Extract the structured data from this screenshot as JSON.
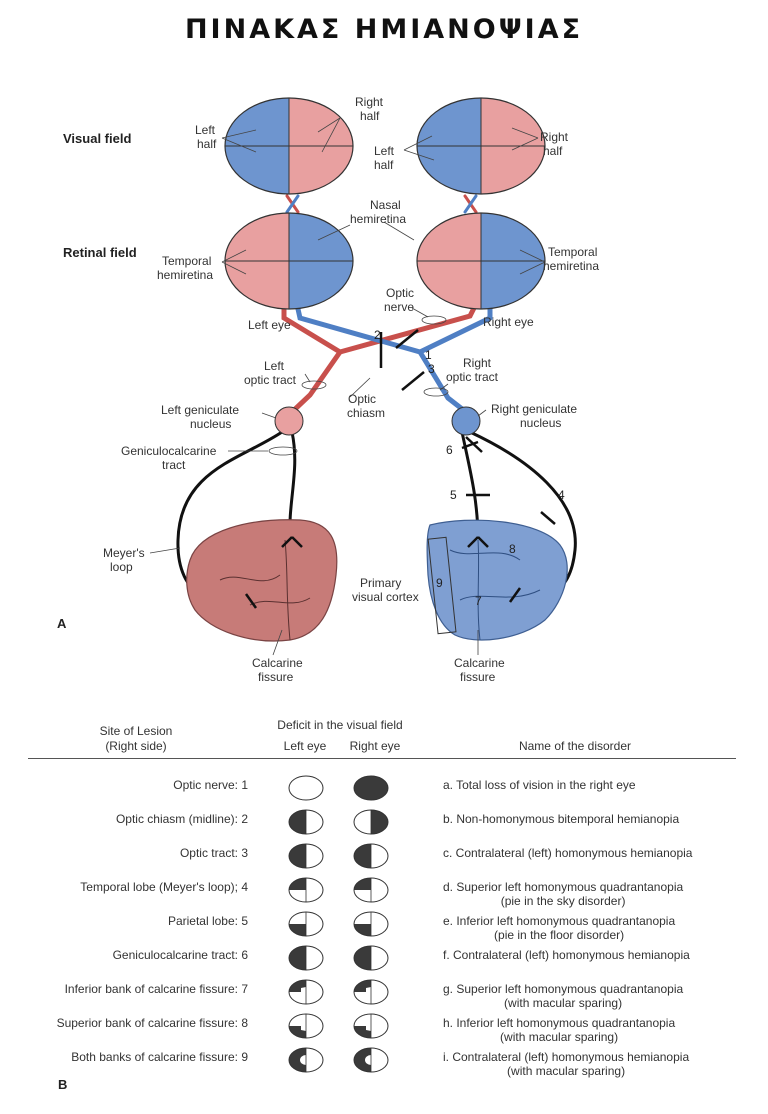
{
  "title": "ΠΙΝΑΚΑΣ ΗΜΙΑΝΟΨΙΑΣ",
  "diagram": {
    "row_labels": {
      "visual_field": "Visual field",
      "retinal_field": "Retinal field"
    },
    "labels": {
      "left_half": [
        "Left",
        "half"
      ],
      "right_half": [
        "Right",
        "half"
      ],
      "nasal_hemiretina": [
        "Nasal",
        "hemiretina"
      ],
      "temporal_left": [
        "Temporal",
        "hemiretina"
      ],
      "temporal_right": [
        "Temporal",
        "hemiretina"
      ],
      "left_eye": "Left eye",
      "right_eye": "Right eye",
      "optic_nerve": [
        "Optic",
        "nerve"
      ],
      "left_optic_tract": [
        "Left",
        "optic tract"
      ],
      "right_optic_tract": [
        "Right",
        "optic tract"
      ],
      "optic_chiasm": [
        "Optic",
        "chiasm"
      ],
      "left_geniculate": [
        "Left geniculate",
        "nucleus"
      ],
      "right_geniculate": [
        "Right geniculate",
        "nucleus"
      ],
      "geniculocalcarine": [
        "Geniculocalcarine",
        "tract"
      ],
      "meyers_loop": [
        "Meyer's",
        "loop"
      ],
      "primary_visual_cortex": [
        "Primary",
        "visual cortex"
      ],
      "calcarine_left": [
        "Calcarine",
        "fissure"
      ],
      "calcarine_right": [
        "Calcarine",
        "fissure"
      ]
    },
    "lesion_numbers": [
      "1",
      "2",
      "3",
      "4",
      "5",
      "6",
      "7",
      "8",
      "9"
    ],
    "panel_label": "A",
    "colors": {
      "red_field": "#e8a0a0",
      "blue_field": "#6e95cf",
      "red_cortex": "#c77b78",
      "blue_cortex": "#7f9fd2",
      "red_tract": "#c8504c",
      "blue_tract": "#4f7fc4"
    }
  },
  "table": {
    "headers": {
      "site": [
        "Site of Lesion",
        "(Right side)"
      ],
      "deficit": "Deficit in the visual field",
      "left_eye": "Left eye",
      "right_eye": "Right eye",
      "disorder": "Name of the disorder"
    },
    "rows": [
      {
        "site": "Optic nerve: 1",
        "disorder": [
          "a.  Total loss of vision in the right eye"
        ],
        "left": "none",
        "right": "full"
      },
      {
        "site": "Optic chiasm (midline): 2",
        "disorder": [
          "b.  Non-homonymous bitemporal hemianopia"
        ],
        "left": "left-half",
        "right": "right-half"
      },
      {
        "site": "Optic tract: 3",
        "disorder": [
          "c.  Contralateral (left) homonymous hemianopia"
        ],
        "left": "left-half",
        "right": "left-half"
      },
      {
        "site": "Temporal lobe (Meyer's loop); 4",
        "disorder": [
          "d.  Superior left homonymous quadrantanopia",
          "(pie in the sky disorder)"
        ],
        "left": "upper-left",
        "right": "upper-left"
      },
      {
        "site": "Parietal lobe: 5",
        "disorder": [
          "e.  Inferior left homonymous quadrantanopia",
          "(pie in the floor disorder)"
        ],
        "left": "lower-left",
        "right": "lower-left"
      },
      {
        "site": "Geniculocalcarine tract: 6",
        "disorder": [
          "f.  Contralateral (left) homonymous hemianopia"
        ],
        "left": "left-half",
        "right": "left-half"
      },
      {
        "site": "Inferior bank of calcarine fissure: 7",
        "disorder": [
          "g.  Superior left homonymous quadrantanopia",
          "(with macular sparing)"
        ],
        "left": "upper-left-spared",
        "right": "upper-left-spared"
      },
      {
        "site": "Superior bank of calcarine fissure: 8",
        "disorder": [
          "h.  Inferior left homonymous quadrantanopia",
          "(with macular sparing)"
        ],
        "left": "lower-left-spared",
        "right": "lower-left-spared"
      },
      {
        "site": "Both banks of calcarine fissure: 9",
        "disorder": [
          "i.  Contralateral (left) homonymous hemianopia",
          "(with macular sparing)"
        ],
        "left": "left-half-spared",
        "right": "left-half-spared"
      }
    ],
    "panel_label": "B"
  }
}
